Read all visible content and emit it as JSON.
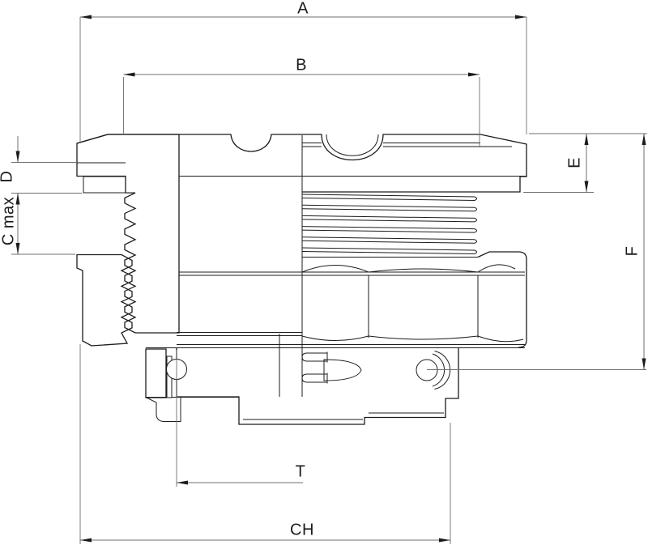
{
  "colors": {
    "background": "#ffffff",
    "line": "#1c1c1c",
    "dim": "#6f6f6f"
  },
  "labels": {
    "a": "A",
    "b": "B",
    "c_max": "C max",
    "d": "D",
    "e": "E",
    "f": "F",
    "t": "T",
    "ch": "CH"
  }
}
